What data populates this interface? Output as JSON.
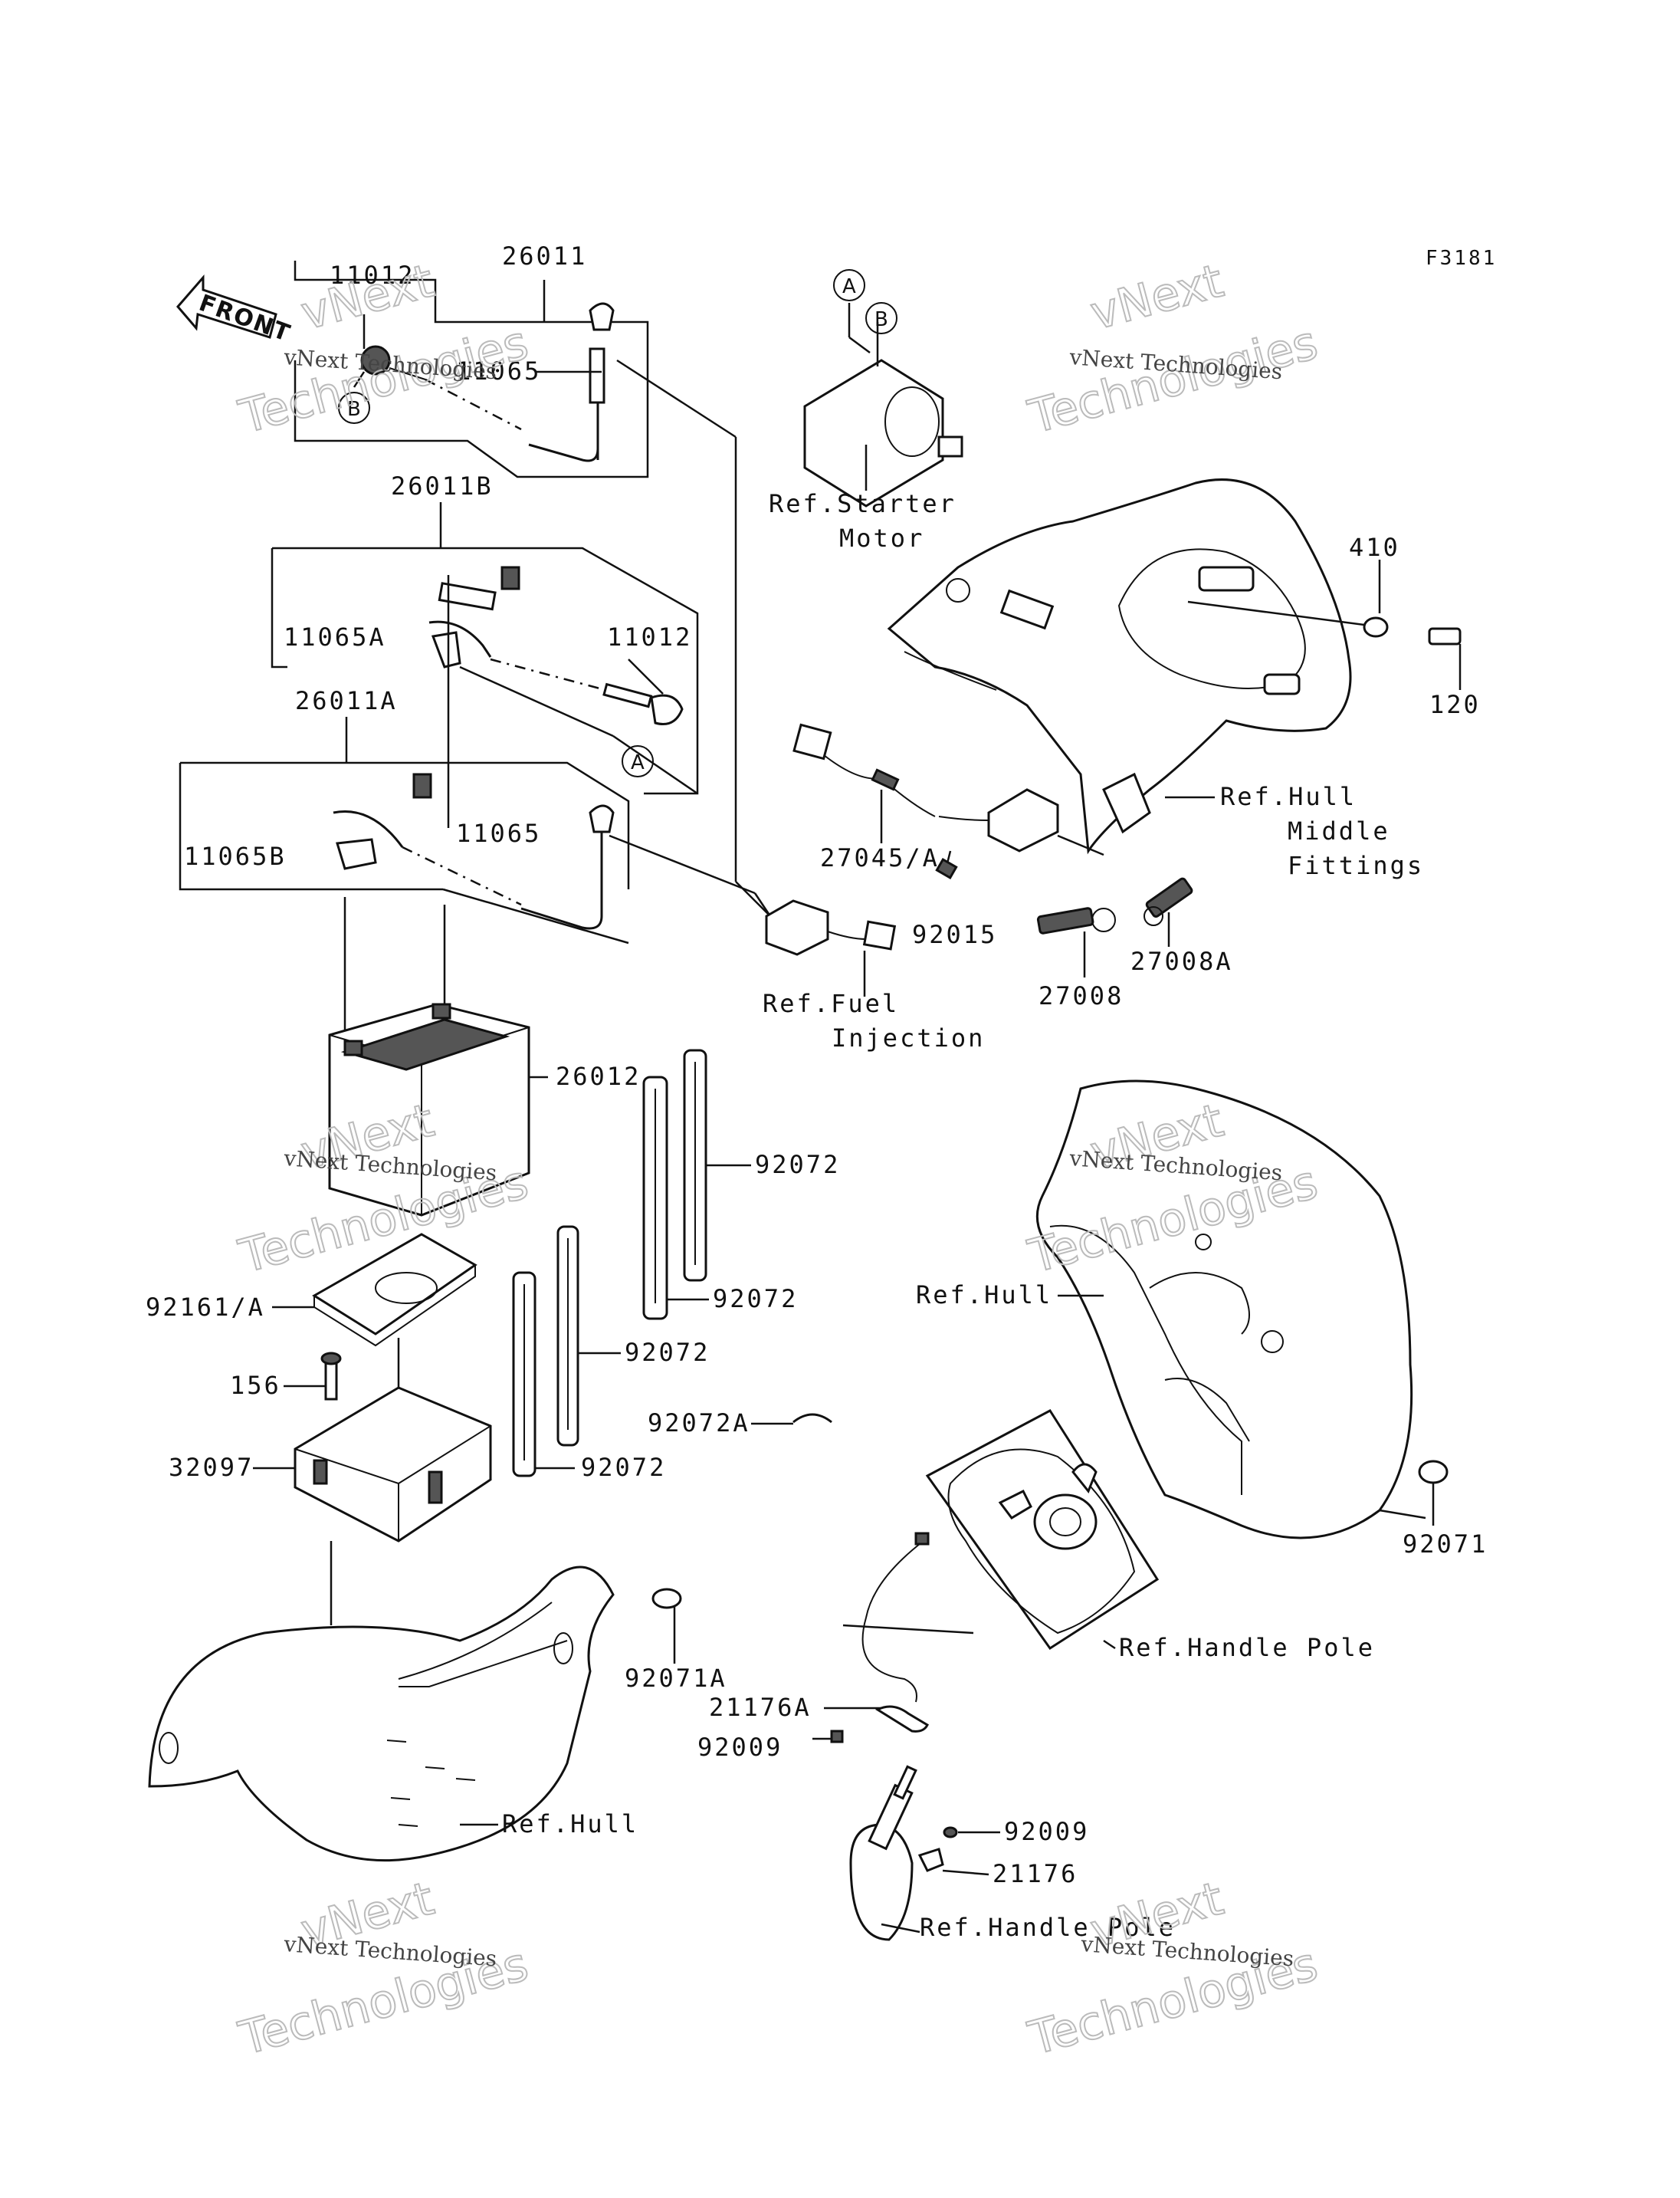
{
  "figure_code": "F3181",
  "front_label": "FRONT",
  "circle_labels": {
    "a": "A",
    "b": "B"
  },
  "watermark": {
    "line1": "vNext Technologies",
    "line2": "vNext",
    "line3": "Technologies"
  },
  "parts": {
    "p26011": "26011",
    "p11012_top": "11012",
    "p11065_top": "11065",
    "p26011B": "26011B",
    "p11065A": "11065A",
    "p11012_mid": "11012",
    "p26011A": "26011A",
    "p11065B": "11065B",
    "p11065_mid": "11065",
    "p26012": "26012",
    "p92161A": "92161/A",
    "p156": "156",
    "p32097": "32097",
    "p92072_a": "92072",
    "p92072_b": "92072",
    "p92072_c": "92072",
    "p92072_d": "92072",
    "p92072A": "92072A",
    "p92071A": "92071A",
    "p410": "410",
    "p120": "120",
    "p27045A": "27045/A",
    "p92015": "92015",
    "p27008": "27008",
    "p27008A": "27008A",
    "p92071": "92071",
    "p21176A": "21176A",
    "p92009_a": "92009",
    "p92009_b": "92009",
    "p21176": "21176"
  },
  "refs": {
    "starter_1": "Ref.Starter",
    "starter_2": "Motor",
    "hull_mid_1": "Ref.Hull",
    "hull_mid_2": "Middle",
    "hull_mid_3": "Fittings",
    "fuel_1": "Ref.Fuel",
    "fuel_2": "Injection",
    "hull_right": "Ref.Hull",
    "handle_pole_1": "Ref.Handle Pole",
    "hull_bottom": "Ref.Hull",
    "handle_pole_2": "Ref.Handle Pole"
  }
}
